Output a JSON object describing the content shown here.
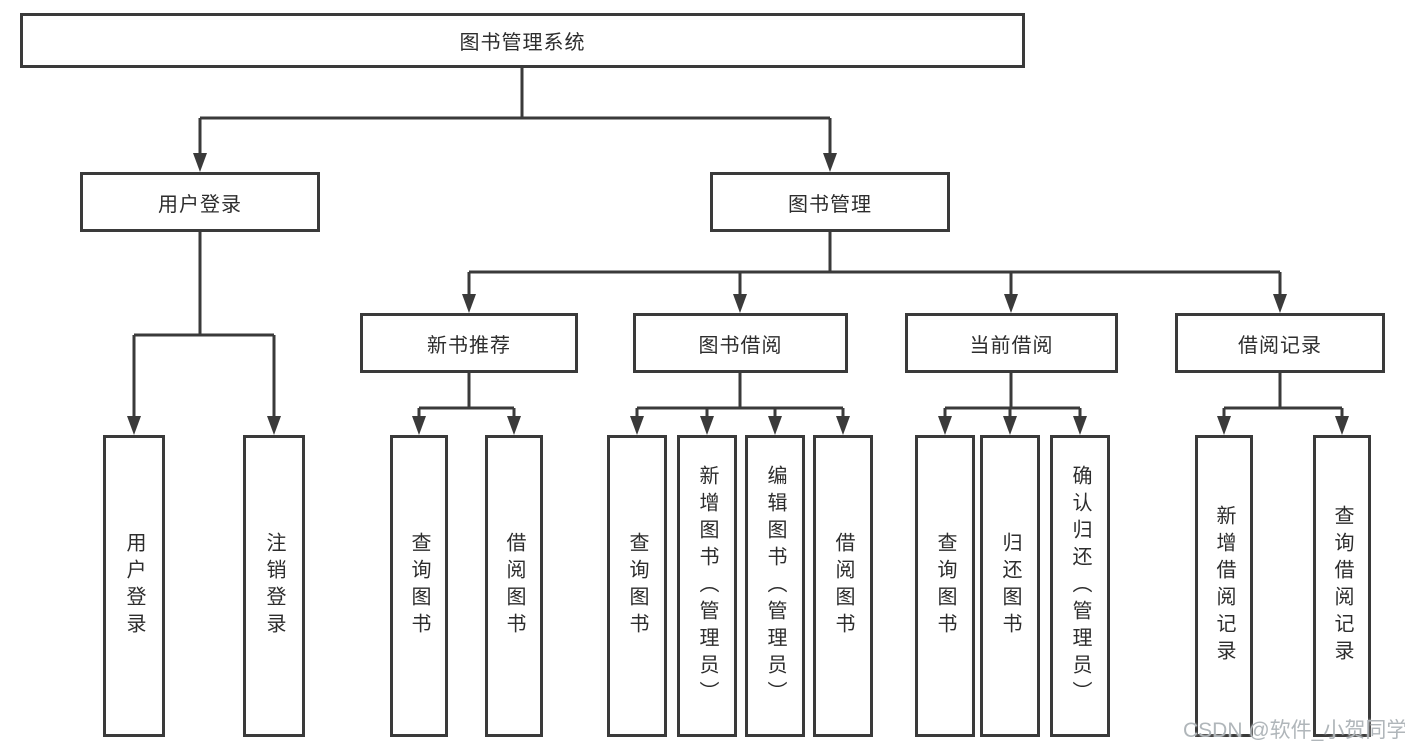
{
  "diagram_title": "图书管理系统",
  "tree": {
    "root": {
      "label": "图书管理系统"
    },
    "branches": [
      {
        "label": "用户登录",
        "children": [
          "用户登录",
          "注销登录"
        ]
      },
      {
        "label": "图书管理",
        "children": [
          {
            "label": "新书推荐",
            "leaves": [
              "查询图书",
              "借阅图书"
            ]
          },
          {
            "label": "图书借阅",
            "leaves": [
              "查询图书",
              "新增图书（管理员）",
              "编辑图书（管理员）",
              "借阅图书"
            ]
          },
          {
            "label": "当前借阅",
            "leaves": [
              "查询图书",
              "归还图书",
              "确认归还（管理员）"
            ]
          },
          {
            "label": "借阅记录",
            "leaves": [
              "新增借阅记录",
              "查询借阅记录"
            ]
          }
        ]
      }
    ]
  },
  "watermark": "CSDN @软件_小贺同学",
  "colors": {
    "line": "#3a3a3a",
    "box_border": "#3a3a3a",
    "text": "#2d2d2d",
    "background": "#ffffff",
    "watermark": "#b0b6ba"
  }
}
